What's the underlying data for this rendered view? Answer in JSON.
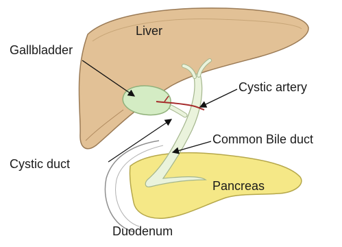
{
  "labels": {
    "liver": "Liver",
    "gallbladder": "Gallbladder",
    "cystic_artery": "Cystic artery",
    "common_bile_duct": "Common Bile duct",
    "cystic_duct": "Cystic duct",
    "pancreas": "Pancreas",
    "duodenum": "Duodenum"
  },
  "colors": {
    "liver_fill": "#e2c196",
    "liver_stroke": "#9a7a55",
    "gallbladder_fill": "#d4ecc4",
    "duct_fill": "#eaf3dc",
    "duct_stroke": "#a3b58c",
    "pancreas_fill": "#f5e887",
    "pancreas_stroke": "#b5a74a",
    "artery": "#a52a2a",
    "pointer": "#111111"
  }
}
